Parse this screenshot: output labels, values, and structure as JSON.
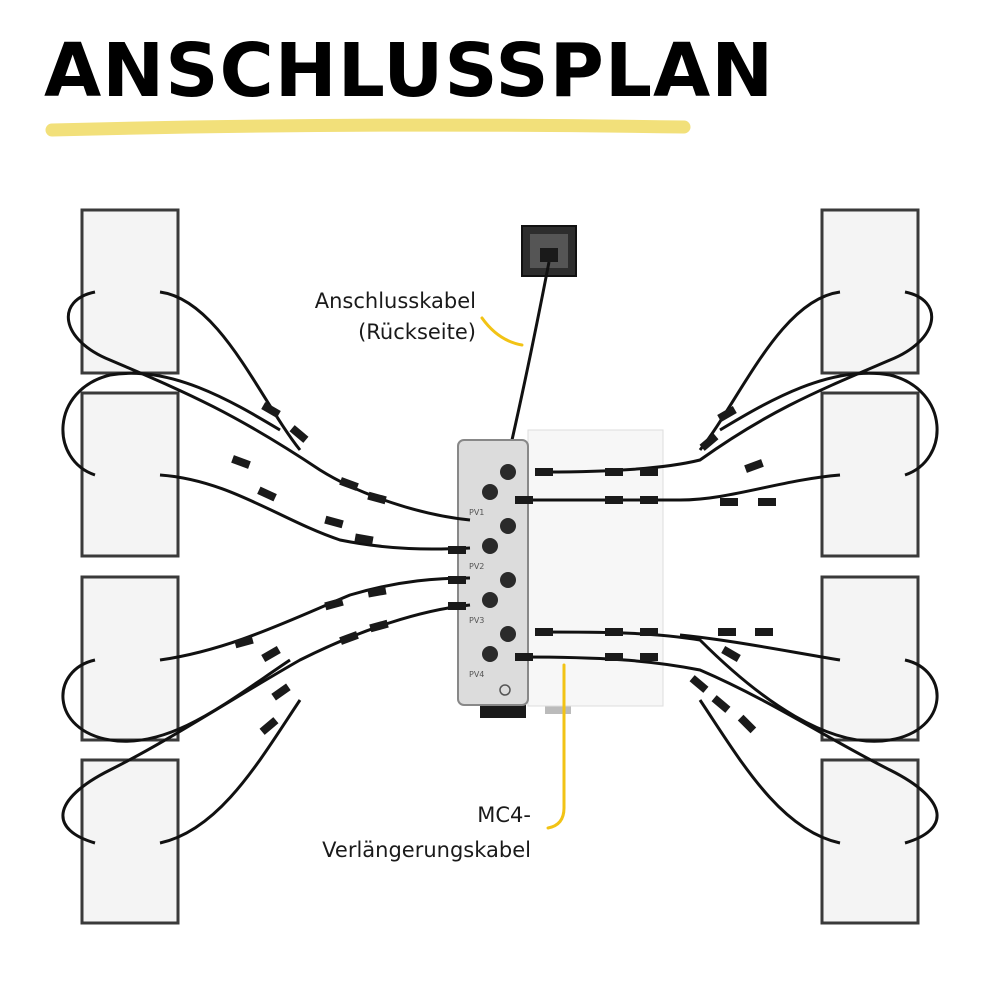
{
  "title": "ANSCHLUSSPLAN",
  "labels": {
    "connection_cable_line1": "Anschlusskabel",
    "connection_cable_line2": "(Rückseite)",
    "extension_cable_line1": "MC4-",
    "extension_cable_line2": "Verlängerungskabel"
  },
  "inverter_ports": [
    "PV1",
    "PV2",
    "PV3",
    "PV4"
  ],
  "colors": {
    "accent": "#f2c315",
    "cable": "#111111",
    "panel_border": "#3a3a3a"
  }
}
